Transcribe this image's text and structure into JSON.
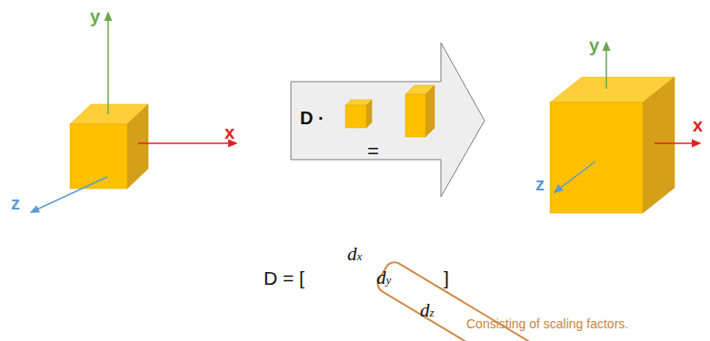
{
  "diagram": {
    "nodes": [
      {
        "text": [
          "D ·",
          "="
        ]
      },
      {
        "text": [
          "dx",
          "dy",
          "dz",
          "Consisting of scaling factors."
        ]
      }
    ],
    "labels": [
      "y",
      "x",
      "z",
      "y",
      "x",
      "z",
      "D = [",
      "]"
    ]
  }
}
